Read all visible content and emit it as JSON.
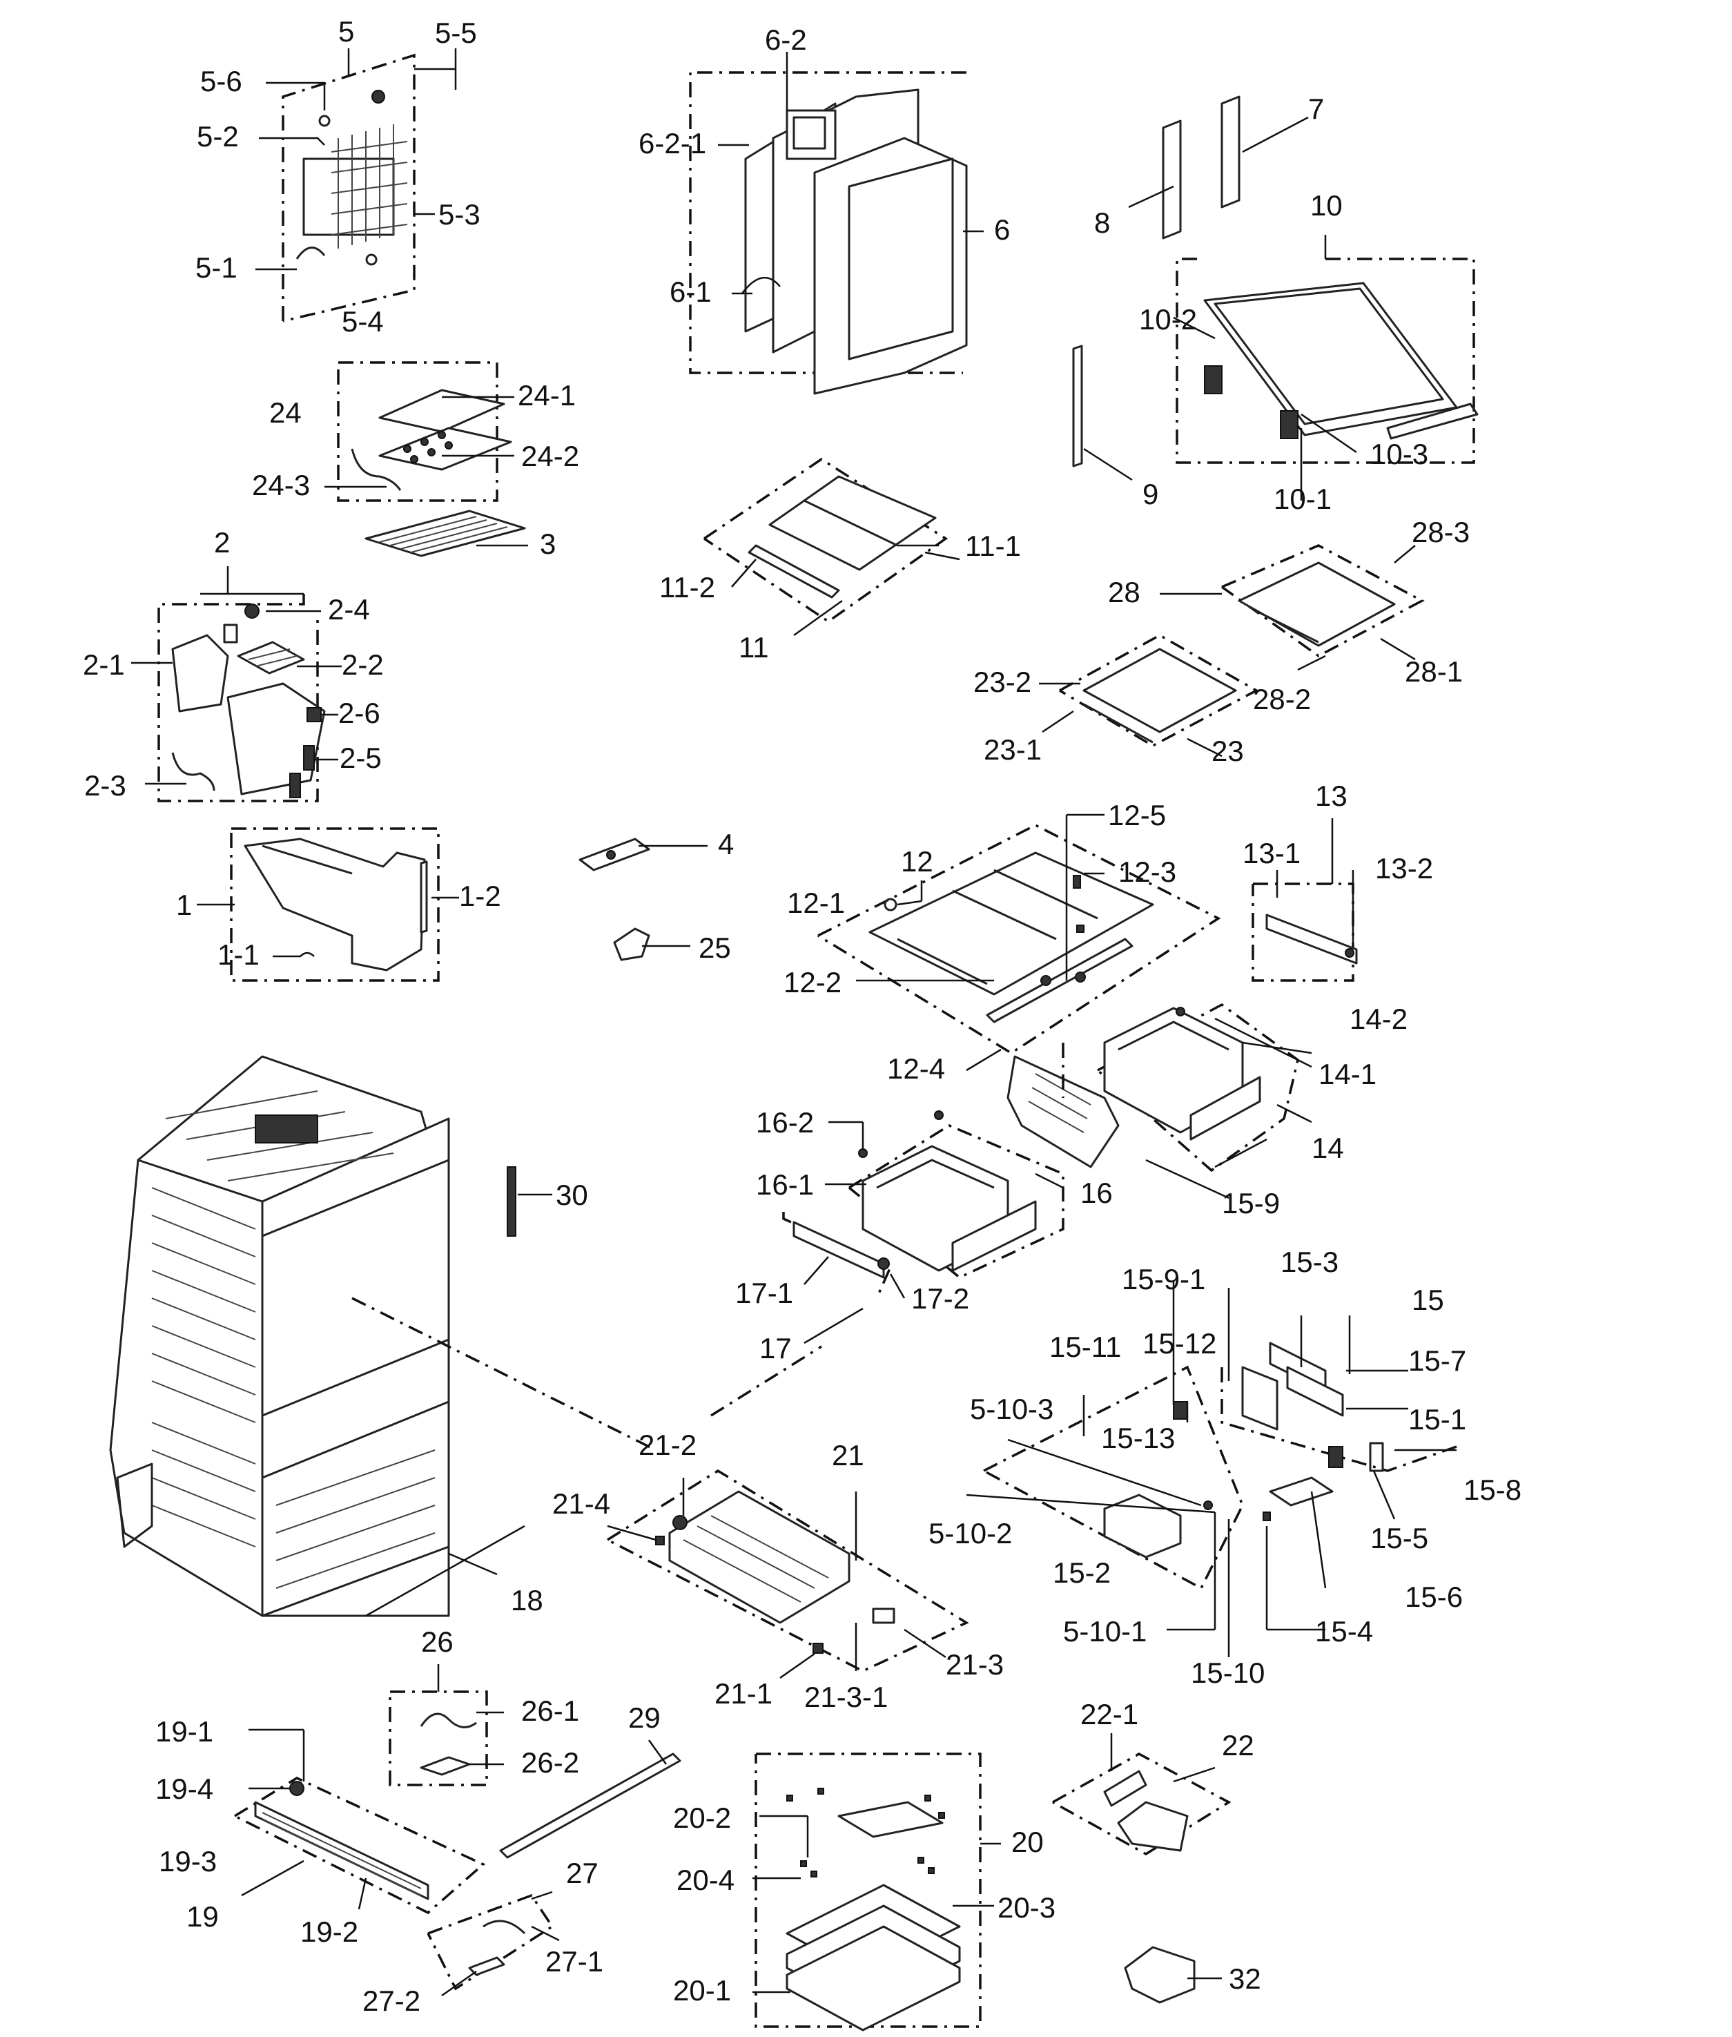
{
  "labels": {
    "l5": "5",
    "l5_5": "5-5",
    "l5_6": "5-6",
    "l5_2": "5-2",
    "l5_3": "5-3",
    "l5_1": "5-1",
    "l5_4": "5-4",
    "l6_2": "6-2",
    "l6_2_1": "6-2-1",
    "l6": "6",
    "l6_1": "6-1",
    "l7": "7",
    "l8": "8",
    "l10": "10",
    "l10_2": "10-2",
    "l10_3": "10-3",
    "l10_1": "10-1",
    "l9": "9",
    "l24": "24",
    "l24_1": "24-1",
    "l24_2": "24-2",
    "l24_3": "24-3",
    "l3": "3",
    "l11_1": "11-1",
    "l11_2": "11-2",
    "l11": "11",
    "l28_3": "28-3",
    "l28": "28",
    "l28_1": "28-1",
    "l28_2": "28-2",
    "l23_2": "23-2",
    "l23_1": "23-1",
    "l23": "23",
    "l2": "2",
    "l2_4": "2-4",
    "l2_1": "2-1",
    "l2_2": "2-2",
    "l2_6": "2-6",
    "l2_5": "2-5",
    "l2_3": "2-3",
    "l1": "1",
    "l1_2": "1-2",
    "l1_1": "1-1",
    "l4": "4",
    "l25": "25",
    "l12_5": "12-5",
    "l12": "12",
    "l12_3": "12-3",
    "l12_1": "12-1",
    "l12_2": "12-2",
    "l12_4": "12-4",
    "l13": "13",
    "l13_1": "13-1",
    "l13_2": "13-2",
    "l14_2": "14-2",
    "l14_1": "14-1",
    "l14": "14",
    "l16_2": "16-2",
    "l16_1": "16-1",
    "l16": "16",
    "l17_1": "17-1",
    "l17_2": "17-2",
    "l17": "17",
    "l30": "30",
    "l15_9": "15-9",
    "l15_9_1": "15-9-1",
    "l15_3": "15-3",
    "l15": "15",
    "l15_7": "15-7",
    "l15_1": "15-1",
    "l15_11": "15-11",
    "l15_12": "15-12",
    "l5_10_3": "5-10-3",
    "l15_13": "15-13",
    "l15_8": "15-8",
    "l5_10_2": "5-10-2",
    "l15_2": "15-2",
    "l15_5": "15-5",
    "l15_6": "15-6",
    "l5_10_1": "5-10-1",
    "l15_4": "15-4",
    "l15_10": "15-10",
    "l21_2": "21-2",
    "l21": "21",
    "l21_4": "21-4",
    "l18": "18",
    "l21_3": "21-3",
    "l21_1": "21-1",
    "l21_3_1": "21-3-1",
    "l26": "26",
    "l26_1": "26-1",
    "l26_2": "26-2",
    "l29": "29",
    "l19_1": "19-1",
    "l19_4": "19-4",
    "l19_3": "19-3",
    "l19": "19",
    "l19_2": "19-2",
    "l27": "27",
    "l27_1": "27-1",
    "l27_2": "27-2",
    "l20_2": "20-2",
    "l20": "20",
    "l20_4": "20-4",
    "l20_3": "20-3",
    "l20_1": "20-1",
    "l22_1": "22-1",
    "l22": "22",
    "l32": "32"
  }
}
